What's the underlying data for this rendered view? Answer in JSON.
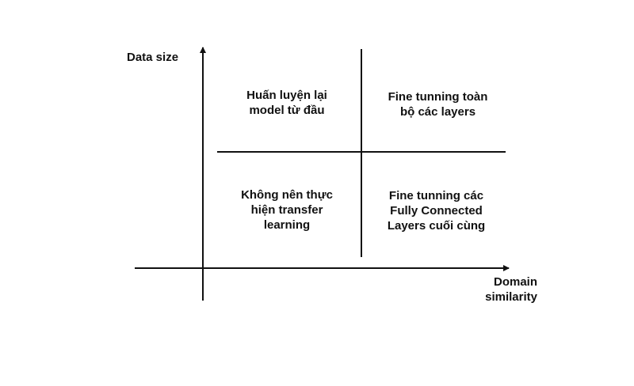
{
  "axes": {
    "y_label": "Data size",
    "x_label": "Domain\nsimilarity"
  },
  "quadrants": {
    "top_left": "Huấn luyện lại\nmodel từ đầu",
    "top_right": "Fine tunning toàn\nbộ các layers",
    "bottom_left": "Không nên thực\nhiện transfer\nlearning",
    "bottom_right": "Fine tunning các\nFully Connected\nLayers cuối cùng"
  },
  "colors": {
    "line": "#111111",
    "background": "#ffffff"
  }
}
